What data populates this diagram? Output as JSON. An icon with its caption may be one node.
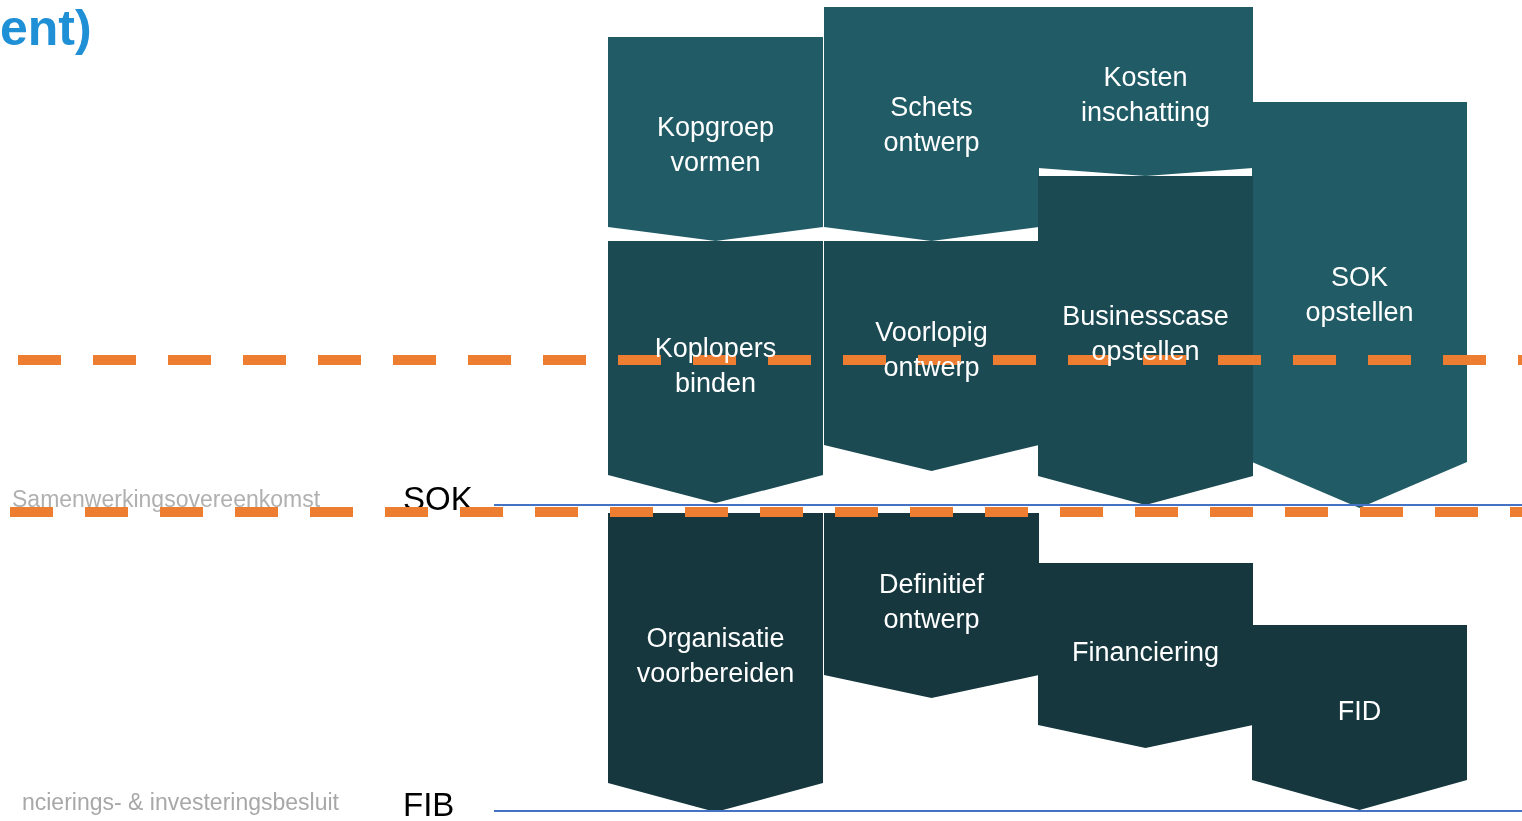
{
  "diagram": {
    "title": "ent)",
    "nodes": [
      {
        "text": [
          "Kopgroep vormen"
        ]
      },
      {
        "text": [
          "Schets ontwerp"
        ]
      },
      {
        "text": [
          "Kosten inschatting"
        ]
      },
      {
        "text": [
          "SOK opstellen"
        ]
      },
      {
        "text": [
          "Koplopers binden"
        ]
      },
      {
        "text": [
          "Voorlopig ontwerp"
        ]
      },
      {
        "text": [
          "Businesscase opstellen"
        ]
      },
      {
        "text": [
          "Organisatie voorbereiden"
        ]
      },
      {
        "text": [
          "Definitief ontwerp"
        ]
      },
      {
        "text": [
          "Financiering"
        ]
      },
      {
        "text": [
          "FID"
        ]
      }
    ],
    "labels": [
      "Samenwerkingsovereenkomst",
      "SOK",
      "ncierings- & investeringsbesluit",
      "FIB"
    ]
  }
}
